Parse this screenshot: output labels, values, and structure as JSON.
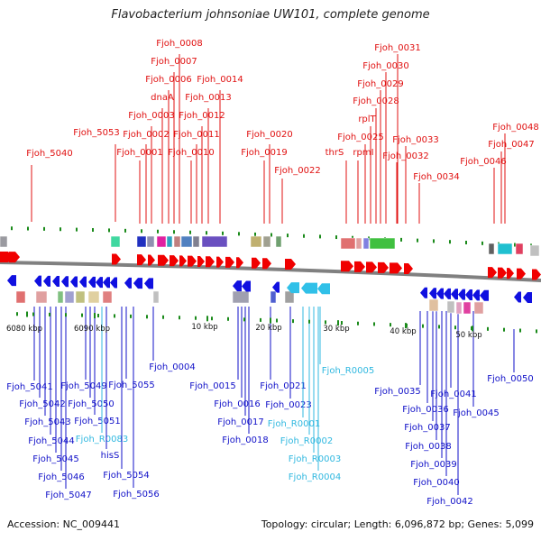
{
  "title": "Flavobacterium johnsoniae UW101, complete genome",
  "footer": {
    "accession": "Accession: NC_009441",
    "summary": "Topology: circular; Length: 6,096,872 bp; Genes: 5,099"
  },
  "colors": {
    "forward_label": "#e01010",
    "reverse_label": "#1010c8",
    "rna_label": "#30b8e0",
    "backbone": "#808080",
    "tick": "#1a8a1a"
  },
  "ticks": [
    "6080 kbp",
    "6090 kbp",
    "10 kbp",
    "20 kbp",
    "30 kbp",
    "40 kbp",
    "50 kbp"
  ],
  "forward_labels": [
    "Fjoh_5040",
    "Fjoh_5053",
    "Fjoh_0001",
    "Fjoh_0002",
    "Fjoh_0003",
    "dnaA",
    "Fjoh_0006",
    "Fjoh_0007",
    "Fjoh_0008",
    "Fjoh_0010",
    "Fjoh_0011",
    "Fjoh_0012",
    "Fjoh_0013",
    "Fjoh_0014",
    "Fjoh_0019",
    "Fjoh_0020",
    "Fjoh_0022",
    "thrS",
    "rpmI",
    "Fjoh_0025",
    "rplT",
    "Fjoh_0028",
    "Fjoh_0029",
    "Fjoh_0030",
    "Fjoh_0031",
    "Fjoh_0032",
    "Fjoh_0033",
    "Fjoh_0034",
    "Fjoh_0046",
    "Fjoh_0047",
    "Fjoh_0048"
  ],
  "reverse_labels": [
    "Fjoh_5041",
    "Fjoh_5042",
    "Fjoh_5043",
    "Fjoh_5044",
    "Fjoh_5045",
    "Fjoh_5046",
    "Fjoh_5047",
    "Fjoh_5049",
    "Fjoh_5050",
    "Fjoh_5051",
    "Fjoh_R0083",
    "hisS",
    "Fjoh_5054",
    "Fjoh_5055",
    "Fjoh_5056",
    "Fjoh_0004",
    "Fjoh_0015",
    "Fjoh_0016",
    "Fjoh_0017",
    "Fjoh_0018",
    "Fjoh_0021",
    "Fjoh_0023",
    "Fjoh_R0001",
    "Fjoh_R0002",
    "Fjoh_R0003",
    "Fjoh_R0004",
    "Fjoh_R0005",
    "Fjoh_0035",
    "Fjoh_0036",
    "Fjoh_0037",
    "Fjoh_0038",
    "Fjoh_0039",
    "Fjoh_0040",
    "Fjoh_0041",
    "Fjoh_0042",
    "Fjoh_0045",
    "Fjoh_0050"
  ]
}
